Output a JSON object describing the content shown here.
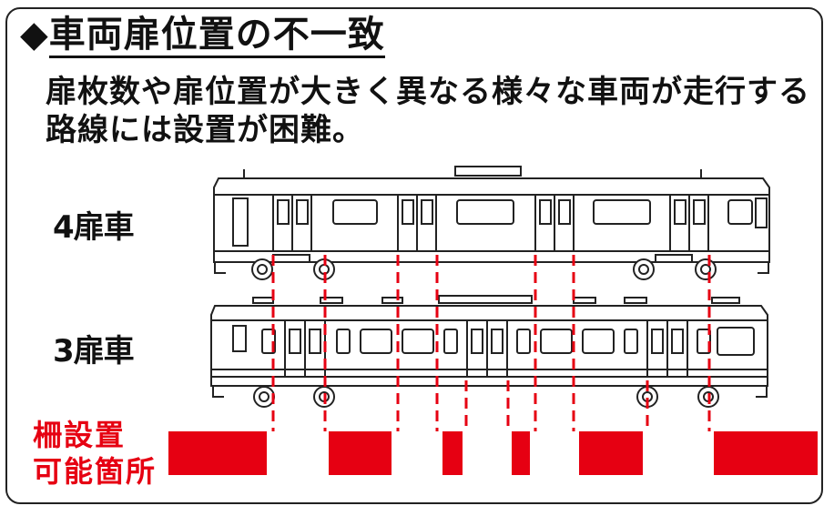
{
  "title": {
    "marker": "◆",
    "text": "車両扉位置の不一致"
  },
  "description": {
    "line1": "扉枚数や扉位置が大きく異なる様々な車両が走行する",
    "line2": "路線には設置が困難。"
  },
  "cars": [
    {
      "label": "4扉車"
    },
    {
      "label": "3扉車"
    }
  ],
  "fence": {
    "label_line1": "柵設置",
    "label_line2": "可能箇所"
  },
  "colors": {
    "fence_red": "#e60012",
    "line": "#222222",
    "dashed_guide": "#e60012"
  }
}
